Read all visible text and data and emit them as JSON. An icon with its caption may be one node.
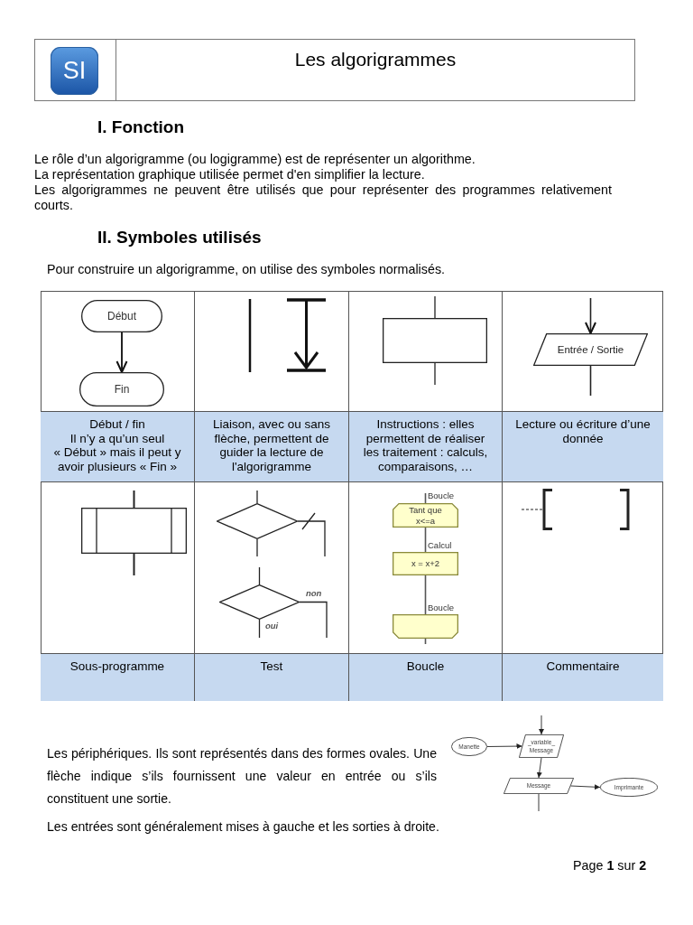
{
  "diagram": {
    "title": "Les algorigrammes",
    "nodes": [
      {
        "text": [
          "Début"
        ]
      },
      {
        "text": [
          "Fin"
        ]
      },
      {
        "text": [],
        "shape": "box"
      },
      {
        "text": [
          "Entrée / Sortie"
        ]
      },
      {
        "text": [],
        "shape": "box"
      },
      {
        "text": [],
        "shape": "diamond"
      },
      {
        "text": [],
        "shape": "diamond"
      },
      {
        "text": [
          "Tant que",
          "x<=a"
        ],
        "beside": [
          "Boucle"
        ]
      },
      {
        "text": [
          "x = x+2"
        ],
        "beside": [
          "Calcul"
        ]
      },
      {
        "text": [],
        "shape": "box",
        "beside": [
          "Boucle"
        ]
      },
      {
        "text": [],
        "shape": "bracket"
      },
      {
        "text": [
          "Manette"
        ]
      },
      {
        "text": [
          "_variable_",
          "Message"
        ]
      },
      {
        "text": [
          "Message"
        ]
      },
      {
        "text": [
          "Imprimante"
        ]
      }
    ],
    "edges": [
      {
        "from": 0,
        "to": 1,
        "arrow": "to"
      },
      {
        "from": null,
        "to": 2,
        "arrow": "none"
      },
      {
        "from": 2,
        "to": null,
        "arrow": "none"
      },
      {
        "from": null,
        "to": 3,
        "arrow": "to"
      },
      {
        "from": 3,
        "to": null,
        "arrow": "none"
      },
      {
        "from": null,
        "to": 4,
        "arrow": "none"
      },
      {
        "from": 4,
        "to": null,
        "arrow": "none"
      },
      {
        "from": null,
        "to": 5,
        "arrow": "none"
      },
      {
        "from": 5,
        "to": null,
        "arrow": "none"
      },
      {
        "from": 5,
        "to": null,
        "arrow": "none"
      },
      {
        "from": null,
        "to": 6,
        "arrow": "none"
      },
      {
        "from": 6,
        "to": null,
        "arrow": "none",
        "label": "non"
      },
      {
        "from": 6,
        "to": null,
        "arrow": "none",
        "label": "oui"
      },
      {
        "from": null,
        "to": 7,
        "arrow": "none"
      },
      {
        "from": 7,
        "to": 8,
        "arrow": "none"
      },
      {
        "from": 8,
        "to": 9,
        "arrow": "none"
      },
      {
        "from": 9,
        "to": null,
        "arrow": "none"
      },
      {
        "from": null,
        "to": 10,
        "arrow": "none",
        "style": "dashed"
      },
      {
        "from": null,
        "to": 12,
        "arrow": "to"
      },
      {
        "from": 11,
        "to": 12,
        "arrow": "to"
      },
      {
        "from": 12,
        "to": 13,
        "arrow": "to"
      },
      {
        "from": 13,
        "to": 14,
        "arrow": "to"
      },
      {
        "from": 13,
        "to": null,
        "arrow": "none"
      }
    ],
    "labels": [
      "SI",
      "I. Fonction",
      "Le rôle d’un algorigramme (ou logigramme) est de représenter un algorithme.",
      "La représentation graphique utilisée permet d'en simplifier la lecture.",
      "Les algorigrammes ne peuvent être utilisés que pour représenter des programmes relativement courts.",
      "II. Symboles utilisés",
      "Pour construire un algorigramme, on utilise des symboles normalisés.",
      "Début / fin",
      "Il n’y a qu’un seul « Début » mais il peut y avoir plusieurs « Fin »",
      "Liaison, avec ou sans flèche, permettent de guider la lecture de l'algorigramme",
      "Instructions : elles permettent de réaliser les traitement : calculs, comparaisons, …",
      "Lecture ou écriture d’une donnée",
      "Sous-programme",
      "Test",
      "Boucle",
      "Commentaire",
      "Les périphériques. Ils sont représentés dans des formes ovales. Une flèche indique s’ils fournissent une valeur en entrée ou s’ils constituent une sortie.",
      "Les entrées sont généralement mises à gauche et les sorties à droite.",
      "Page **1** sur **2**"
    ]
  }
}
